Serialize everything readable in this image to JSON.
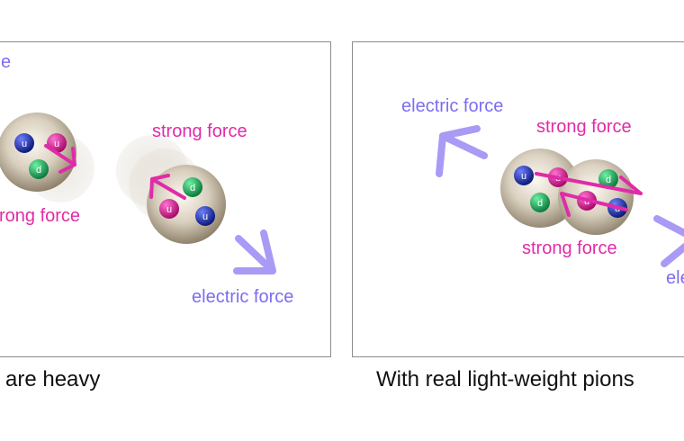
{
  "left_panel": {
    "top_fragment": "e",
    "strong_force_upper": "strong force",
    "strong_force_lower": "rong force",
    "electric_force": "electric force",
    "nucleon_a": {
      "quarks": [
        "u",
        "u",
        "d"
      ]
    },
    "nucleon_b": {
      "quarks": [
        "d",
        "u",
        "u"
      ]
    }
  },
  "right_panel": {
    "electric_force_left": "electric force",
    "strong_force_upper": "strong force",
    "strong_force_lower": "strong force",
    "electric_force_right": "ele",
    "nucleon_a": {
      "quarks": [
        "u",
        "u",
        "d"
      ]
    },
    "nucleon_b": {
      "quarks": [
        "d",
        "u",
        "u"
      ]
    }
  },
  "captions": {
    "left": "are heavy",
    "right": "With real light-weight pions"
  },
  "colors": {
    "up_quark": "#1a2fa8",
    "down_quark": "#19a85a",
    "pink_quark": "#d61c8f",
    "strong_force": "#e02ba8",
    "electric_force": "#7c6df0",
    "nucleon": "#b9ac94"
  }
}
